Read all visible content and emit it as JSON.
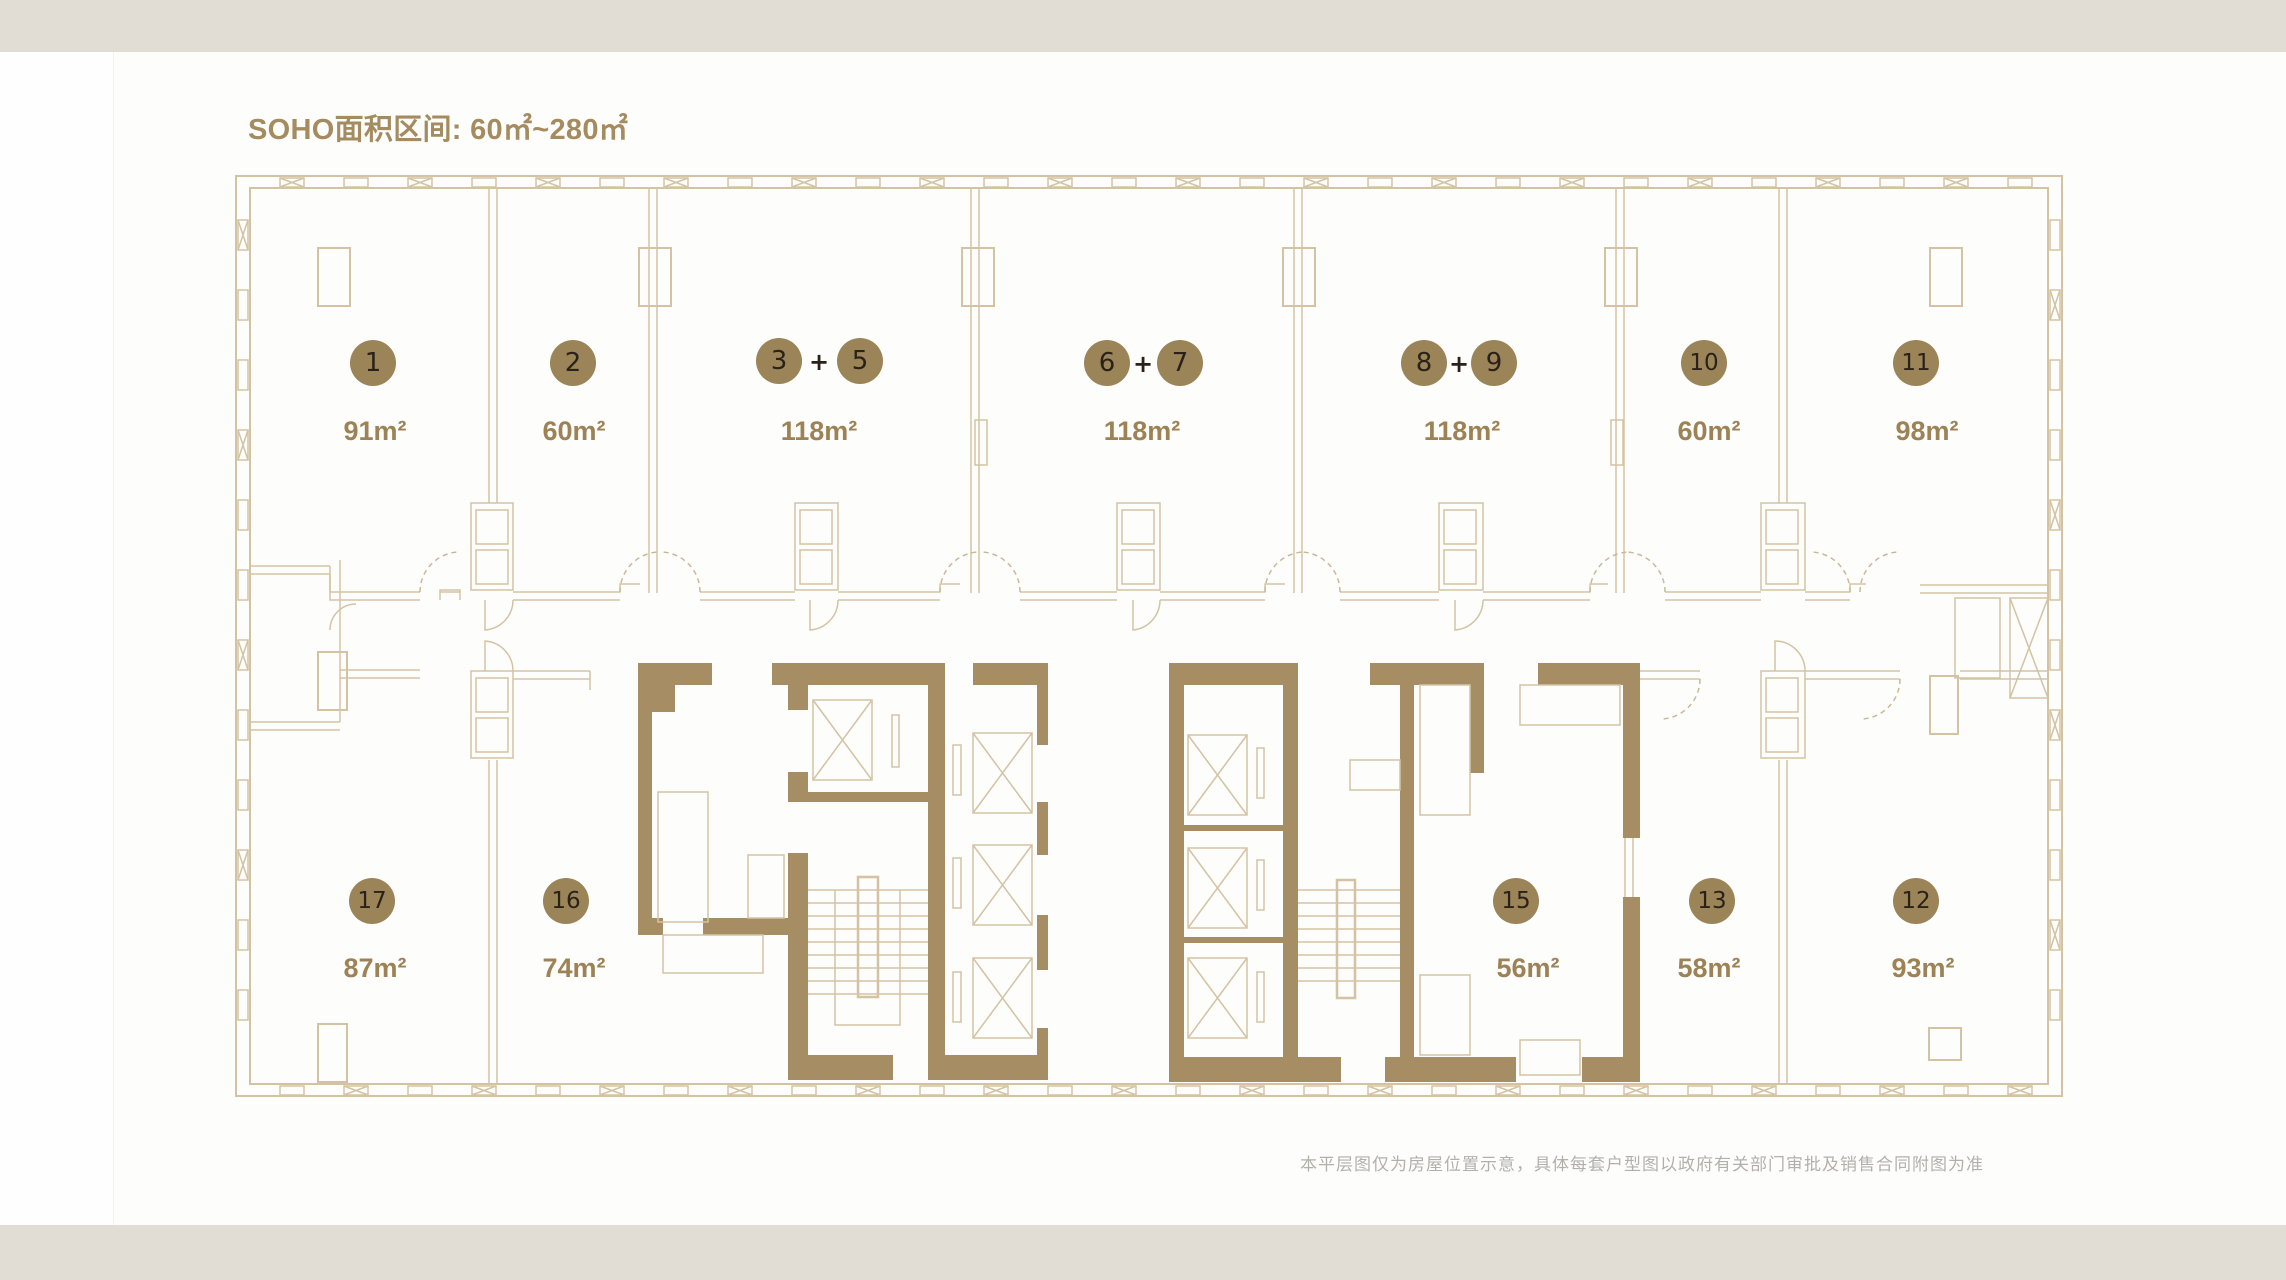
{
  "title": "SOHO面积区间: 60㎡~280㎡",
  "note": "本平层图仅为房屋位置示意，具体每套户型图以政府有关部门审批及销售合同附图为准",
  "colors": {
    "gold": "#a68d64",
    "circle": "#9c8459",
    "line": "#d3c3a3",
    "band": "#e1ddd4"
  },
  "units_top": [
    {
      "ids": [
        "1"
      ],
      "area": "91m²"
    },
    {
      "ids": [
        "2"
      ],
      "area": "60m²"
    },
    {
      "ids": [
        "3",
        "5"
      ],
      "plus": "+",
      "area": "118m²"
    },
    {
      "ids": [
        "6",
        "7"
      ],
      "plus": "+",
      "area": "118m²"
    },
    {
      "ids": [
        "8",
        "9"
      ],
      "plus": "+",
      "area": "118m²"
    },
    {
      "ids": [
        "10"
      ],
      "area": "60m²"
    },
    {
      "ids": [
        "11"
      ],
      "area": "98m²"
    }
  ],
  "units_bottom": [
    {
      "ids": [
        "17"
      ],
      "area": "87m²"
    },
    {
      "ids": [
        "16"
      ],
      "area": "74m²"
    },
    {
      "ids": [
        "15"
      ],
      "area": "56m²"
    },
    {
      "ids": [
        "13"
      ],
      "area": "58m²"
    },
    {
      "ids": [
        "12"
      ],
      "area": "93m²"
    }
  ]
}
